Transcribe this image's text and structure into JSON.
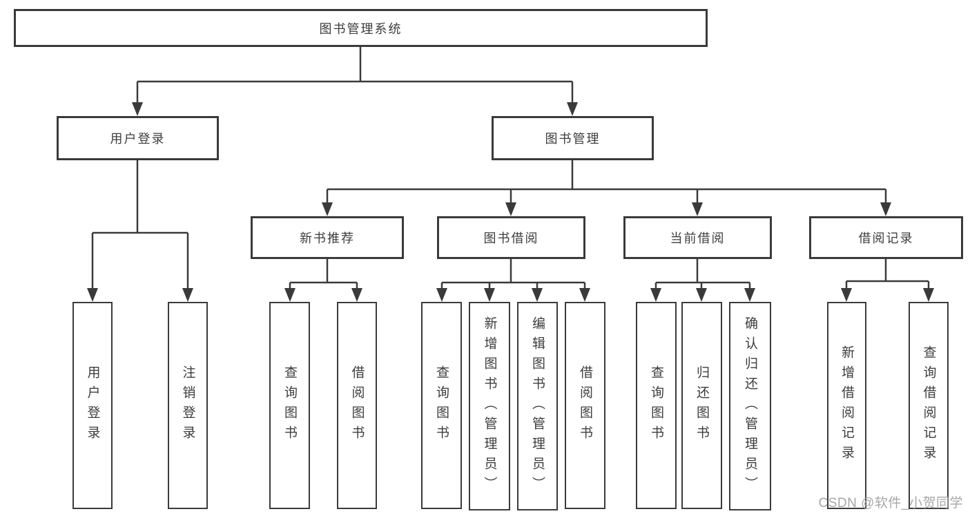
{
  "tree": {
    "root": "图书管理系统",
    "branches": [
      {
        "label": "用户登录",
        "children": [
          "用户登录",
          "注销登录"
        ]
      },
      {
        "label": "图书管理",
        "children": [
          {
            "label": "新书推荐",
            "children": [
              "查询图书",
              "借阅图书"
            ]
          },
          {
            "label": "图书借阅",
            "children": [
              "查询图书",
              "新增图书（管理员）",
              "编辑图书（管理员）",
              "借阅图书"
            ]
          },
          {
            "label": "当前借阅",
            "children": [
              "查询图书",
              "归还图书",
              "确认归还（管理员）"
            ]
          },
          {
            "label": "借阅记录",
            "children": [
              "新增借阅记录",
              "查询借阅记录"
            ]
          }
        ]
      }
    ]
  },
  "watermark": {
    "text": "CSDN @软件_小贺同学"
  },
  "colors": {
    "line": "#3a3a3a",
    "box_border": "#3a3a3a",
    "text": "#3c3c3c",
    "watermark": "#a6a6a6",
    "background": "#ffffff"
  }
}
